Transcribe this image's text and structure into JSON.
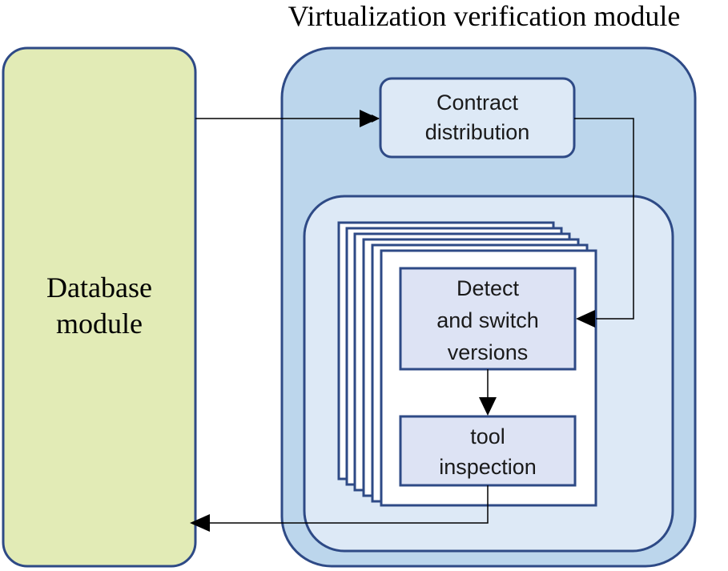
{
  "title": "Virtualization verification module",
  "database_module": {
    "line1": "Database",
    "line2": "module"
  },
  "contract_distribution": {
    "line1": "Contract",
    "line2": "distribution"
  },
  "detect_switch": {
    "line1": "Detect",
    "line2": "and switch",
    "line3": "versions"
  },
  "tool_inspection": {
    "line1": "tool",
    "line2": "inspection"
  },
  "colors": {
    "stroke": "#2e4a86",
    "database_fill": "#e2ebb6",
    "outer_module_fill": "#bcd6ec",
    "inner_module_fill": "#dde9f6",
    "process_box_fill": "#dde3f4",
    "contract_box_fill": "#dde9f6",
    "arrow": "#000000"
  }
}
